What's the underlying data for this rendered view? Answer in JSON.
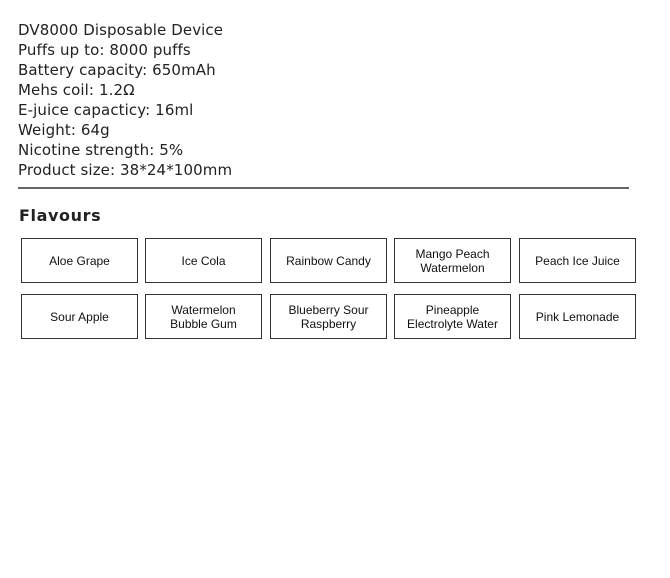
{
  "specs": [
    "DV8000 Disposable Device",
    "Puffs up to: 8000 puffs",
    "Battery capacity: 650mAh",
    "Mehs coil: 1.2Ω",
    "E-juice capacticy: 16ml",
    "Weight: 64g",
    "Nicotine strength: 5%",
    "Product size: 38*24*100mm"
  ],
  "flavours_title": "Flavours",
  "flavours": [
    "Aloe Grape",
    "Ice Cola",
    "Rainbow Candy",
    "Mango Peach Watermelon",
    "Peach Ice Juice",
    "Sour Apple",
    "Watermelon Bubble Gum",
    "Blueberry Sour Raspberry",
    "Pineapple Electrolyte Water",
    "Pink Lemonade"
  ]
}
